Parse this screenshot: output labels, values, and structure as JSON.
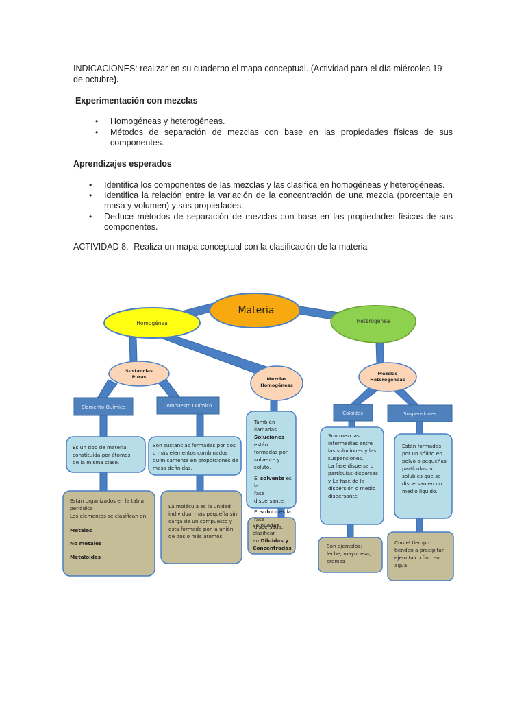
{
  "indicaciones": {
    "line1": "INDICACIONES: realizar en su cuaderno el mapa conceptual. (Actividad para el  día miércoles 19",
    "line2_plain": "de octubre",
    "line2_bold": ")."
  },
  "section1": {
    "title": "Experimentación con mezclas",
    "bullets": [
      "Homogéneas y heterogéneas.",
      "Métodos de separación de mezclas con base en las propiedades físicas de sus componentes."
    ]
  },
  "section2": {
    "title": "Aprendizajes esperados",
    "bullets": [
      "Identifica los componentes de las mezclas y las clasifica en homogéneas y heterogéneas.",
      "Identifica la relación entre la variación de la concentración de una mezcla (porcentaje en masa y volumen) y sus propiedades.",
      "Deduce métodos de separación de mezclas con base en las propiedades físicas de sus componentes."
    ]
  },
  "activity": "ACTIVIDAD 8.- Realiza un mapa conceptual con la clasificación de la materia",
  "map": {
    "materia": "Materia",
    "homogenea": "Homogénea",
    "heterogenea": "Heterogénea",
    "sustancias_1": "Sustancias",
    "sustancias_2": "Puras",
    "mezclas_hom_1": "Mezclas",
    "mezclas_hom_2": "Homogéneas",
    "mezclas_het_1": "Mezclas",
    "mezclas_het_2": "Heterogéneas",
    "elemento": "Elemento Químico",
    "compuesto": "Compuesto Químico",
    "coloides": "Coloides",
    "suspensiones": "Suspensiones",
    "elem_def": [
      "Es un tipo de materia,",
      "constituida por átomos",
      "de la misma clase."
    ],
    "comp_def": [
      "Son sustancias formadas por dos",
      "o más elementos combinados",
      "químicamente en proporciones de",
      "masa definidas."
    ],
    "sol_1": "También llamadas",
    "sol_2b": "Soluciones",
    "sol_2": " están",
    "sol_3": "formadas por",
    "sol_4": "solvente y soluto.",
    "sol_5a": "El ",
    "sol_5b": "solvente",
    "sol_5c": " es la",
    "sol_6": "fase dispersante.",
    "sol_7a": "El ",
    "sol_7b": "soluto",
    "sol_7c": " es la fase",
    "sol_8": "dispersada.",
    "col_def": [
      "Son mezclas",
      "intermedias entre",
      "las soluciones y las",
      "suspensiones.",
      "La fase dispersa o",
      "partículas dispersas",
      "y La fase de la",
      "dispersión o medio",
      "dispersante"
    ],
    "sus_def": [
      "Están formadas",
      "por un sólido en",
      "polvo o pequeñas",
      "partículas no",
      "solubles que se",
      "dispersan en un",
      "medio líquido."
    ],
    "tabla_1": "Están organizados en la tabla",
    "tabla_2": "periódica",
    "tabla_3": "Los elementos se clasifican en:",
    "metales": "Metales",
    "no_metales": "No metales",
    "metaloides": "Metaloides",
    "molecula": [
      "La molécula es la unidad",
      "individual más pequeña sin",
      "carga de un compuesto y",
      "esta formado por la unión",
      "de dos o más átomos"
    ],
    "clasif_1": "Se pueden clasificar",
    "clasif_2a": "en ",
    "clasif_2b": "Diluidas y",
    "clasif_3": "Concentradas",
    "ejemplos": [
      "Son ejemplos:",
      "leche, mayonesa,",
      "cremas"
    ],
    "tiempo": [
      "Con el tiempo",
      "tienden a precipitar",
      "ejem talco fino en",
      "agua."
    ]
  },
  "colors": {
    "connector": "#4a7fc4",
    "materia_fill": "#f7a90f",
    "homogenea_fill": "#ffff11",
    "heterogenea_fill": "#8dd14f",
    "peach_fill": "#fbd5b5",
    "header_box": "#4f81bd",
    "lightblue": "#b7dde8",
    "tan": "#c4bd97"
  }
}
